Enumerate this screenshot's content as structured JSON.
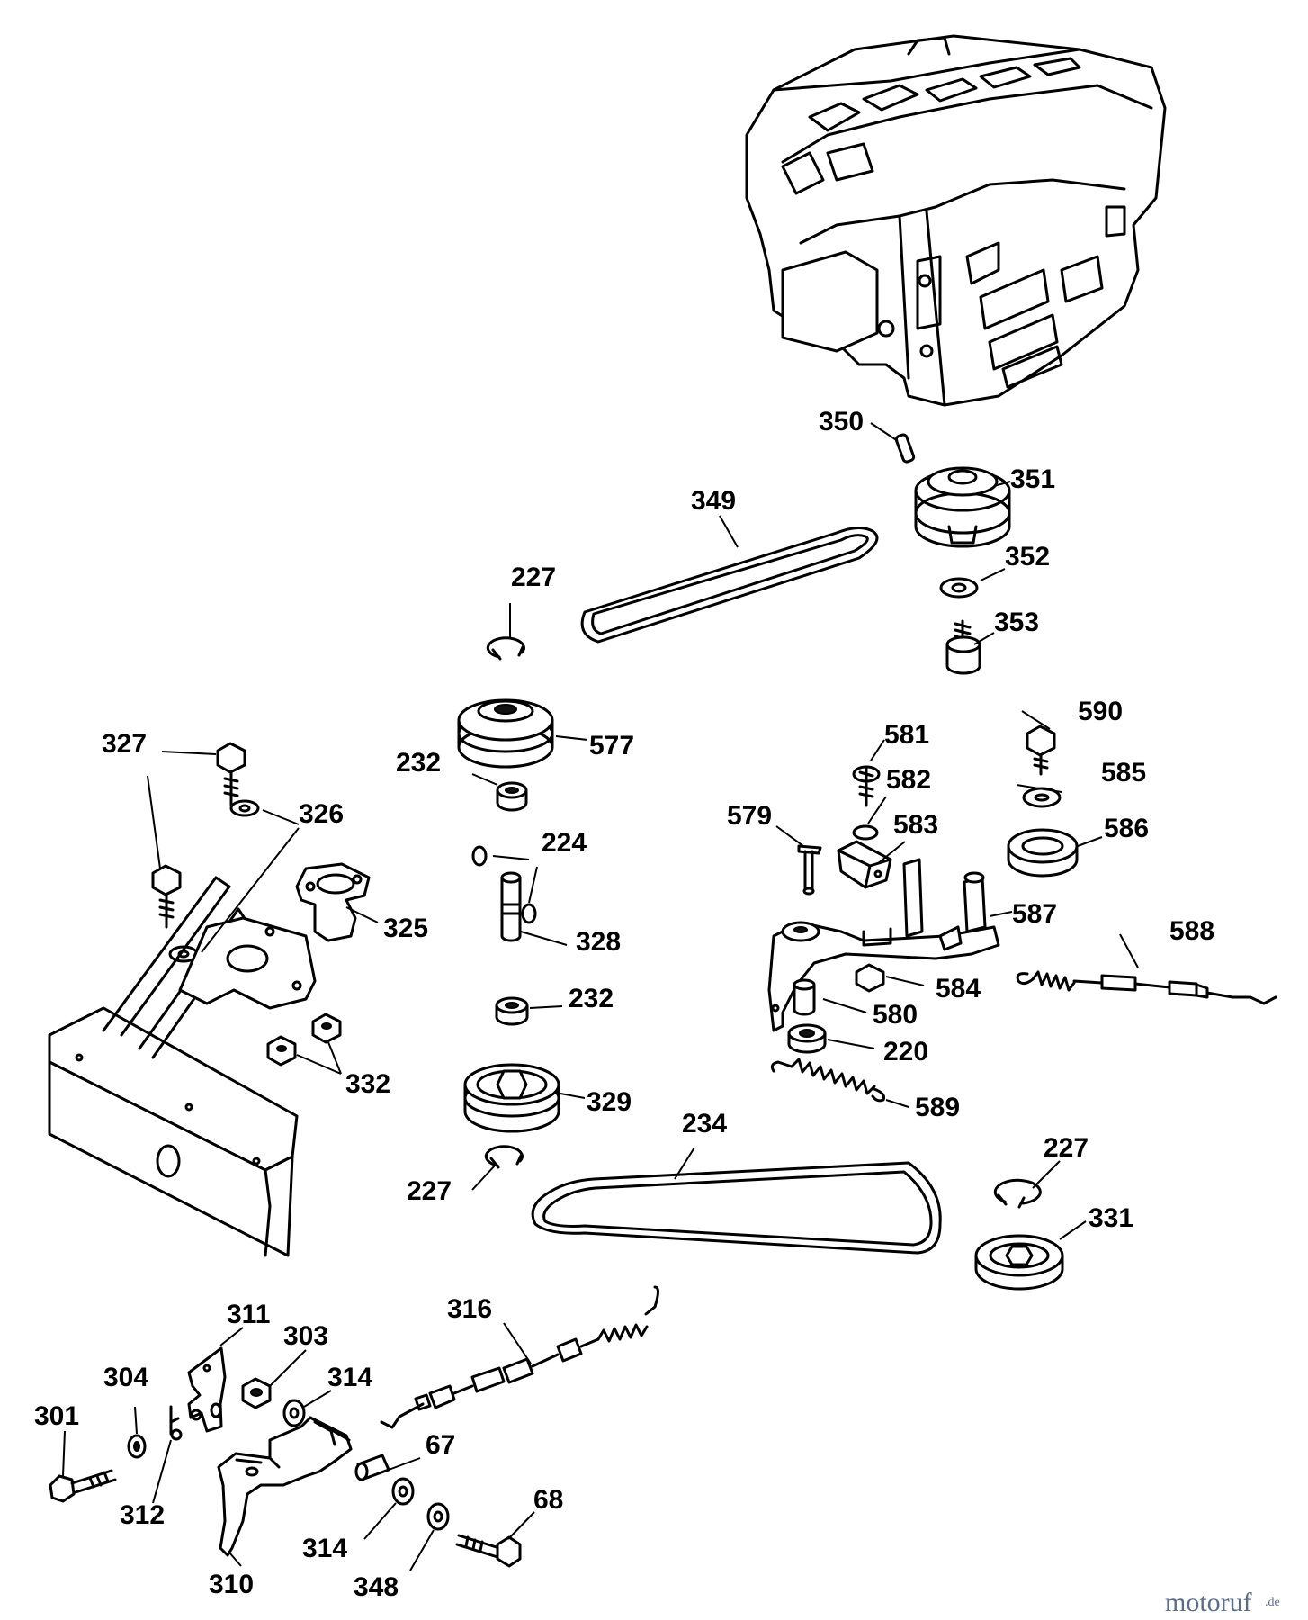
{
  "labels": {
    "l350": "350",
    "l351": "351",
    "l349": "349",
    "l352": "352",
    "l353": "353",
    "l227a": "227",
    "l577": "577",
    "l232a": "232",
    "l327": "327",
    "l326": "326",
    "l581": "581",
    "l590": "590",
    "l582": "582",
    "l585": "585",
    "l579": "579",
    "l583": "583",
    "l586": "586",
    "l224": "224",
    "l325": "325",
    "l328": "328",
    "l587": "587",
    "l588": "588",
    "l584": "584",
    "l232b": "232",
    "l580": "580",
    "l220": "220",
    "l332": "332",
    "l329": "329",
    "l589": "589",
    "l234": "234",
    "l227b": "227",
    "l227c": "227",
    "l331": "331",
    "l316": "316",
    "l311": "311",
    "l303": "303",
    "l304": "304",
    "l314a": "314",
    "l301": "301",
    "l67": "67",
    "l312": "312",
    "l68": "68",
    "l314b": "314",
    "l310": "310",
    "l348": "348"
  },
  "watermark": {
    "brand": "motoruf",
    "tld": ".de"
  }
}
